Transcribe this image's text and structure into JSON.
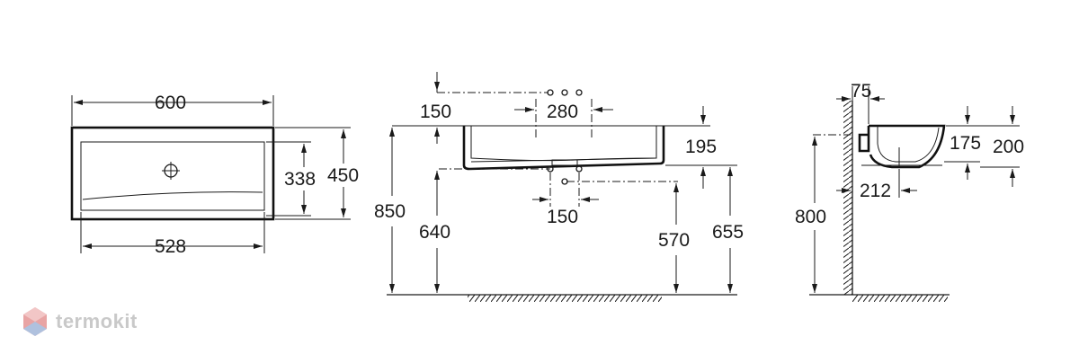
{
  "top_view": {
    "width_outer": "600",
    "width_inner": "528",
    "depth_inner": "338",
    "depth_outer": "450"
  },
  "front_view": {
    "ref_150": "150",
    "holes_280": "280",
    "height_195": "195",
    "spacing_150": "150",
    "height_850": "850",
    "height_640": "640",
    "height_570": "570",
    "height_655": "655"
  },
  "side_view": {
    "offset_75": "75",
    "depth_175": "175",
    "depth_200": "200",
    "width_212": "212",
    "height_800": "800"
  },
  "brand": {
    "name": "termokit",
    "logo_color": "#e8a4a4",
    "logo_color_2": "#a9c4e4"
  }
}
